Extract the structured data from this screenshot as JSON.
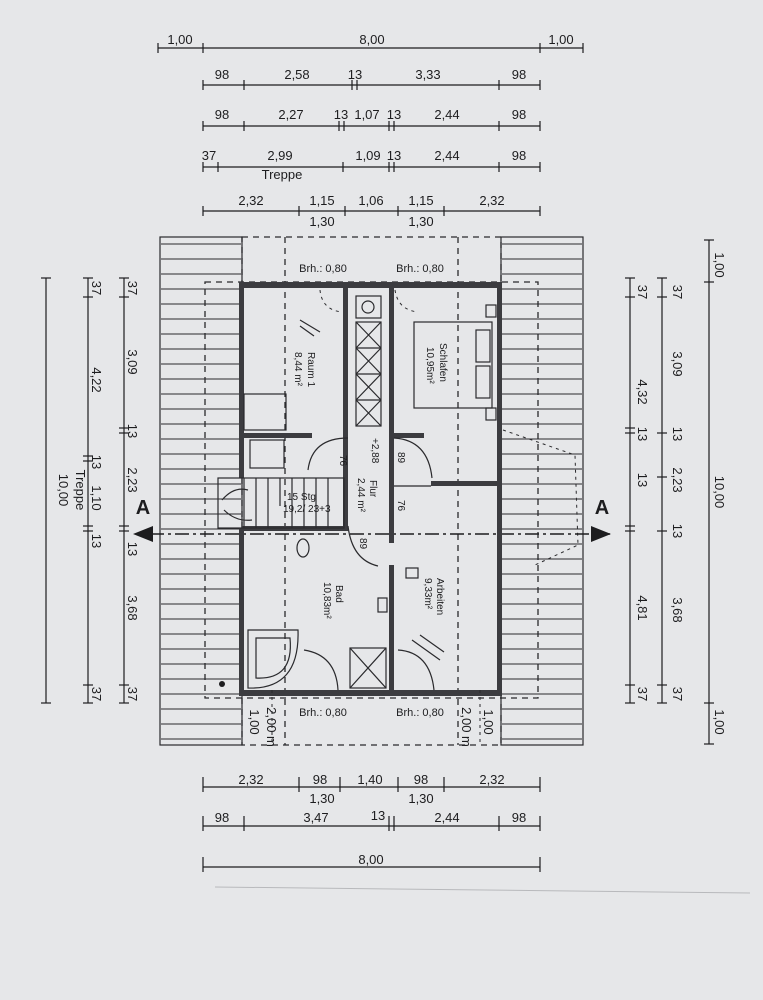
{
  "dimensions": {
    "top_row1": [
      "1,00",
      "8,00",
      "1,00"
    ],
    "top_row2": [
      "98",
      "2,58",
      "13",
      "3,33",
      "98"
    ],
    "top_row3": [
      "98",
      "2,27",
      "13",
      "1,07",
      "13",
      "2,44",
      "98"
    ],
    "top_row4": [
      "37",
      "2,99",
      "1,09",
      "13",
      "2,44",
      "98"
    ],
    "top_row4_label": "Treppe",
    "top_row5": [
      "2,32",
      "1,15",
      "1,06",
      "1,15",
      "2,32"
    ],
    "top_row5_sub": [
      "1,30",
      "1,30"
    ],
    "left_outer": "10,00",
    "left_outer_label": "Treppe",
    "left_mid": [
      "37",
      "4,22",
      "13",
      "1,10",
      "13",
      "37"
    ],
    "left_inner": [
      "37",
      "3,09",
      "13",
      "2,23",
      "13",
      "3,68",
      "37"
    ],
    "right_inner": [
      "37",
      "3,09",
      "13",
      "2,23",
      "13",
      "3,68",
      "37"
    ],
    "right_mid": [
      "37",
      "4,32",
      "13",
      "13",
      "4,81",
      "37"
    ],
    "right_outer": [
      "1,00",
      "10,00",
      "1,00"
    ],
    "bottom_row1": [
      "2,32",
      "98",
      "1,40",
      "98",
      "2,32"
    ],
    "bottom_row1_sub": [
      "1,30",
      "1,30"
    ],
    "bottom_row2": [
      "98",
      "3,47",
      "13",
      "2,44",
      "98"
    ],
    "bottom_row3": "8,00",
    "bottom_side": [
      "1,00",
      "2,00 m",
      "2,00 m",
      "1,00"
    ]
  },
  "rooms": {
    "raum1": {
      "name": "Raum 1",
      "area": "8,44 m²"
    },
    "schlafen": {
      "name": "Schlafen",
      "area": "10,95m²"
    },
    "flur": {
      "name": "Flur",
      "area": "2,44 m²"
    },
    "bad": {
      "name": "Bad",
      "area": "10,83m²"
    },
    "arbeiten": {
      "name": "Arbeiten",
      "area": "9,33m²"
    }
  },
  "labels": {
    "brh_top_left": "Brh.: 0,80",
    "brh_top_right": "Brh.: 0,80",
    "brh_bottom_left": "Brh.: 0,80",
    "brh_bottom_right": "Brh.: 0,80",
    "stair_count": "15 Stg",
    "stair_ratio": "19,2/ 23+3",
    "level": "+2,88",
    "door_76_a": "76",
    "door_89_a": "89",
    "door_76_b": "76",
    "door_89_b": "89",
    "section_left": "A",
    "section_right": "A"
  },
  "colors": {
    "paper": "#e6e7e9",
    "ink": "#1d1d1f",
    "wall": "#3c3c40"
  }
}
